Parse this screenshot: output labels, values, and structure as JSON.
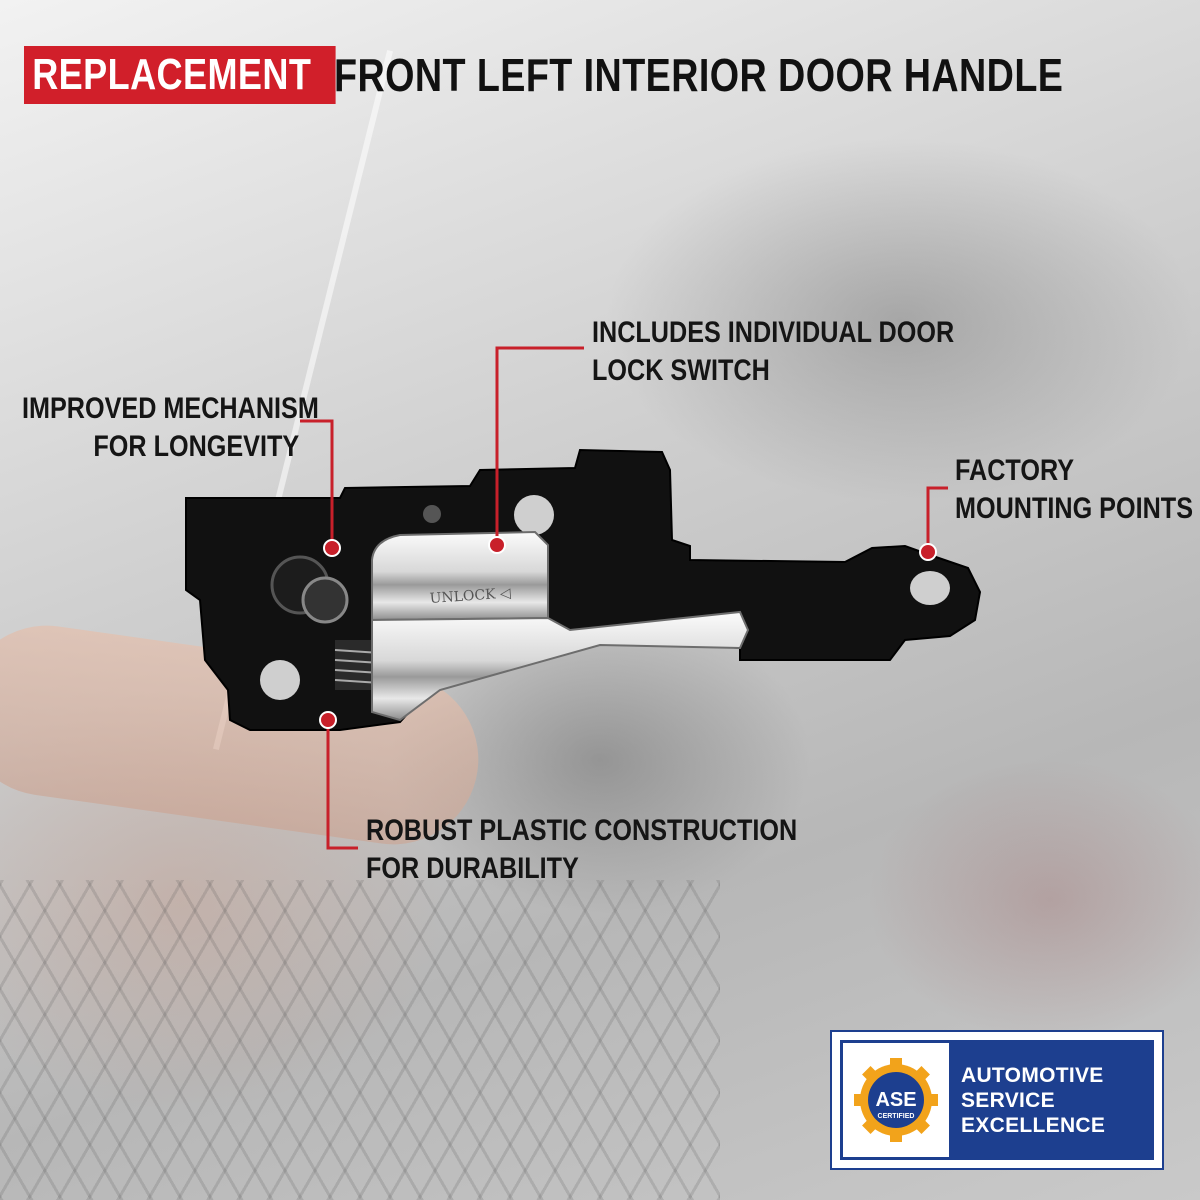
{
  "title": {
    "tag": "REPLACEMENT",
    "text": "FRONT LEFT INTERIOR DOOR HANDLE"
  },
  "callouts": {
    "mechanism": [
      "IMPROVED MECHANISM",
      "FOR LONGEVITY"
    ],
    "lock_switch": [
      "INCLUDES INDIVIDUAL DOOR",
      "LOCK SWITCH"
    ],
    "mounting": [
      "FACTORY",
      "MOUNTING POINTS"
    ],
    "plastic": [
      "ROBUST PLASTIC CONSTRUCTION",
      "FOR DURABILITY"
    ]
  },
  "product": {
    "handle_label": "UNLOCK ◁"
  },
  "badge": {
    "logo_text": "ASE",
    "logo_sub": "CERTIFIED",
    "lines": [
      "AUTOMOTIVE",
      "SERVICE",
      "EXCELLENCE"
    ]
  },
  "colors": {
    "accent_red": "#d11f2a",
    "badge_blue": "#1d3f8f",
    "badge_gear": "#f2a31b"
  }
}
